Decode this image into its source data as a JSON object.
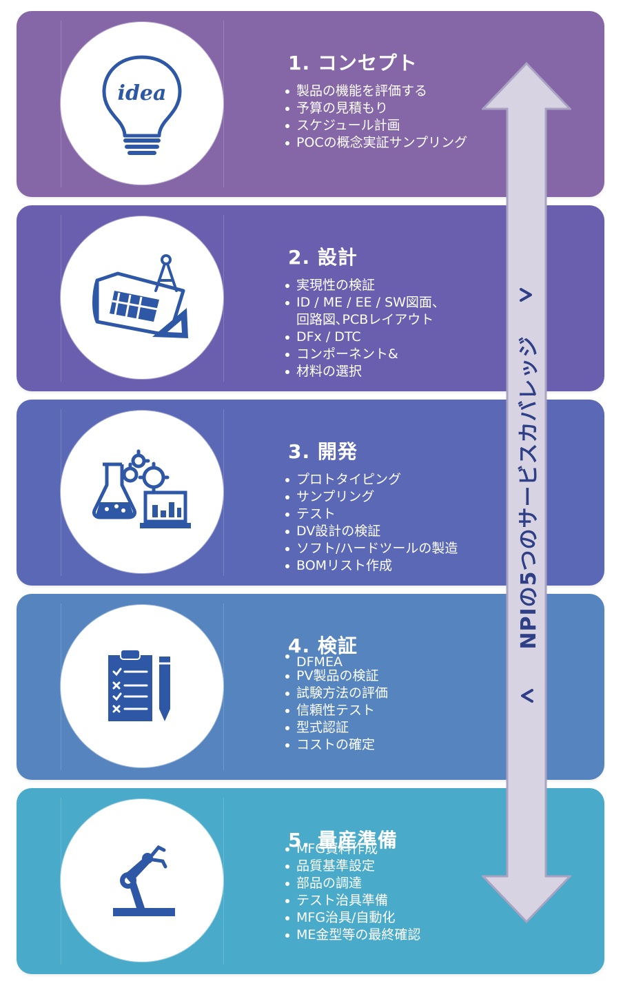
{
  "stages": [
    {
      "title": "1. コンセプト",
      "items": [
        "製品の機能を評価する",
        "予算の見積もり",
        "スケジュール計画",
        "POCの概念実証サンプリング"
      ],
      "icon": "lightbulb-idea-icon",
      "icon_text": "idea"
    },
    {
      "title": "2. 設計",
      "items": [
        "実現性の検証",
        "ID / ME / EE / SW図面、",
        "回路図､PCBレイアウト",
        "DFx / DTC",
        "コンポーネント&",
        "材料の選択"
      ],
      "icon": "blueprint-compass-icon"
    },
    {
      "title": "3. 開発",
      "items": [
        "プロトタイピング",
        "サンプリング",
        "テスト",
        "DV設計の検証",
        "ソフト/ハードツールの製造",
        "BOMリスト作成"
      ],
      "icon": "flask-gears-laptop-icon"
    },
    {
      "title": "4. 検証",
      "items": [
        "DFMEA",
        "PV製品の検証",
        "試験方法の評価",
        "信頼性テスト",
        "型式認証",
        "コストの確定"
      ],
      "icon": "checklist-pencil-icon"
    },
    {
      "title": "5. 量産準備",
      "items": [
        "MFG資料作成",
        "品質基準設定",
        "部品の調達",
        "テスト治具準備",
        "MFG治具/自動化",
        "ME金型等の最終確認"
      ],
      "icon": "robot-arm-icon"
    }
  ],
  "arrow": {
    "label": "NPIの5つのサービスカバレッジ",
    "chevron_up": "^",
    "chevron_down": "^"
  },
  "colors": {
    "stage1": "#8566a7",
    "stage2": "#6a5fae",
    "stage3": "#5a68b5",
    "stage4": "#5584bf",
    "stage5": "#4aaac9",
    "icon_blue": "#2e58a6",
    "arrow_fill": "#d8d3e3",
    "arrow_text": "#2e3f86"
  }
}
